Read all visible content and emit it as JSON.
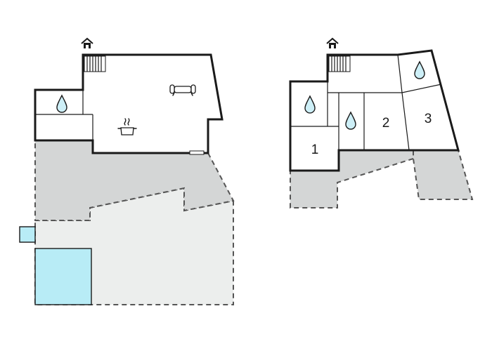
{
  "colors": {
    "wall": "#1a1a1a",
    "room": "#ffffff",
    "terrace_covered": "#d4d6d6",
    "terrace_open": "#eceeed",
    "pool": "#b8ecf6",
    "water_drop": "#cdeff7"
  },
  "icons": [
    "entrance-house-icon",
    "water-drop-icon",
    "sofa-icon",
    "cooking-pot-icon",
    "staircase-icon"
  ],
  "floors": [
    {
      "rooms": [
        {
          "kind": "bathroom",
          "icon": "water-drop-icon"
        },
        {
          "kind": "living-room",
          "icon": "sofa-icon"
        },
        {
          "kind": "kitchen",
          "icon": "cooking-pot-icon"
        }
      ],
      "features": [
        "entrance",
        "staircase",
        "covered-terrace",
        "open-terrace",
        "pool"
      ]
    },
    {
      "rooms": [
        {
          "label": "1",
          "kind": "bedroom"
        },
        {
          "label": "2",
          "kind": "bedroom"
        },
        {
          "label": "3",
          "kind": "bedroom"
        },
        {
          "kind": "bathroom",
          "icon": "water-drop-icon"
        },
        {
          "kind": "bathroom",
          "icon": "water-drop-icon"
        },
        {
          "kind": "bathroom",
          "icon": "water-drop-icon"
        }
      ],
      "features": [
        "entrance",
        "staircase",
        "covered-terrace"
      ]
    }
  ]
}
